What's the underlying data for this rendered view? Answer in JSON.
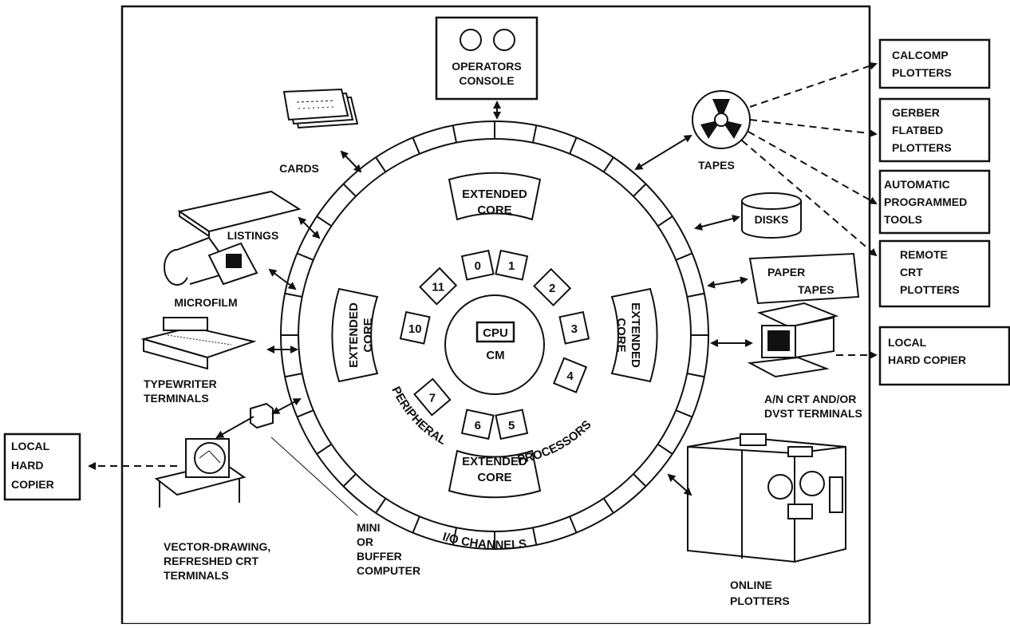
{
  "center": {
    "cpu": "CPU",
    "cm": "CM"
  },
  "extended_core": {
    "top": [
      "EXTENDED",
      "CORE"
    ],
    "bottom": [
      "EXTENDED",
      "CORE"
    ],
    "left": [
      "EXTENDED",
      "CORE"
    ],
    "right": [
      "EXTENDED",
      "CORE"
    ]
  },
  "processors": [
    "0",
    "1",
    "2",
    "3",
    "4",
    "5",
    "6",
    "7",
    "10",
    "11"
  ],
  "ring_labels": {
    "peripheral": "PERIPHERAL",
    "processors": "PROCESSORS",
    "io_channels": "I/O CHANNELS"
  },
  "devices": {
    "operators_console": [
      "OPERATORS",
      "CONSOLE"
    ],
    "cards": "CARDS",
    "listings": "LISTINGS",
    "microfilm": "MICROFILM",
    "typewriter_terminals": [
      "TYPEWRITER",
      "TERMINALS"
    ],
    "vector_drawing": [
      "VECTOR-DRAWING,",
      "REFRESHED CRT",
      "TERMINALS"
    ],
    "mini_computer": [
      "MINI",
      "OR",
      "BUFFER",
      "COMPUTER"
    ],
    "tapes": "TAPES",
    "disks": "DISKS",
    "paper_tapes": [
      "PAPER",
      "TAPES"
    ],
    "an_crt": [
      "A/N CRT AND/OR",
      "DVST TERMINALS"
    ],
    "online_plotters": [
      "ONLINE",
      "PLOTTERS"
    ]
  },
  "external_boxes": {
    "calcomp": [
      "CALCOMP",
      "PLOTTERS"
    ],
    "gerber": [
      "GERBER",
      "FLATBED",
      "PLOTTERS"
    ],
    "apt": [
      "AUTOMATIC",
      "PROGRAMMED",
      "TOOLS"
    ],
    "remote_crt": [
      "REMOTE",
      "CRT",
      "PLOTTERS"
    ],
    "local_copier_right": [
      "LOCAL",
      "HARD COPIER"
    ],
    "local_copier_left": [
      "LOCAL",
      "HARD",
      "COPIER"
    ]
  }
}
